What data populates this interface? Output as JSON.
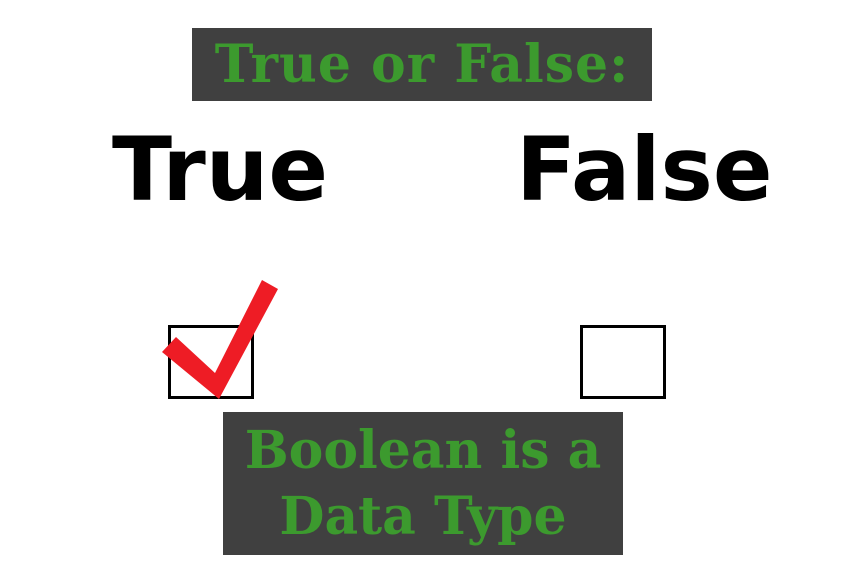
{
  "banner_top": {
    "text": "True or False:"
  },
  "options": [
    {
      "label": "True",
      "checked": true
    },
    {
      "label": "False",
      "checked": false
    }
  ],
  "banner_bottom": {
    "lines": [
      "Boolean is a",
      "Data Type"
    ]
  },
  "colors": {
    "banner_bg": "#404040",
    "banner_text": "#3c9a2e",
    "checkmark": "#ee1c25",
    "label_text": "#000000"
  },
  "icons": {
    "check": "checkmark-icon"
  }
}
